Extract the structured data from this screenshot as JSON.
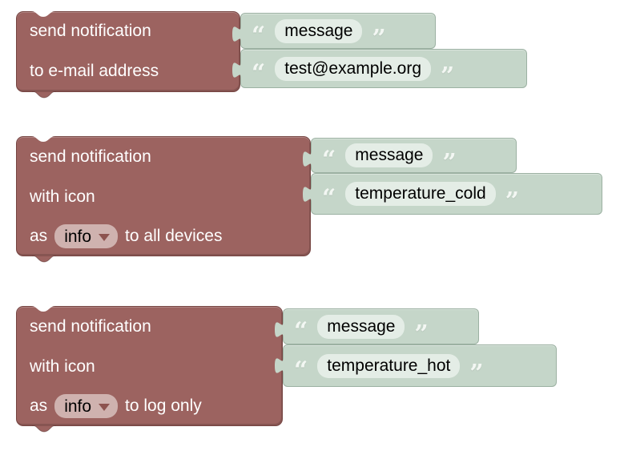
{
  "workspace": {
    "background": "#ffffff"
  },
  "ui": {
    "open_quote": "“",
    "close_quote": "”"
  },
  "colors": {
    "action_block": "#9c6360",
    "string_block": "#c5d6c9",
    "text_field_bg": "#e4ede6",
    "dropdown_bg": "#cfb2af",
    "dropdown_arrow": "#8d534f",
    "action_text": "#ffffff",
    "string_text": "#000000"
  },
  "blocks": [
    {
      "name": "send-notification-to-email",
      "lines": [
        "send notification",
        "to e-mail address"
      ],
      "strings": [
        "message",
        "test@example.org"
      ]
    },
    {
      "name": "send-notification-all-devices",
      "lines": [
        "send notification",
        "with icon"
      ],
      "as_label": "as",
      "severity": "info",
      "target_label": "to all devices",
      "strings": [
        "message",
        "temperature_cold"
      ]
    },
    {
      "name": "send-notification-log-only",
      "lines": [
        "send notification",
        "with icon"
      ],
      "as_label": "as",
      "severity": "info",
      "target_label": "to log only",
      "strings": [
        "message",
        "temperature_hot"
      ]
    }
  ]
}
